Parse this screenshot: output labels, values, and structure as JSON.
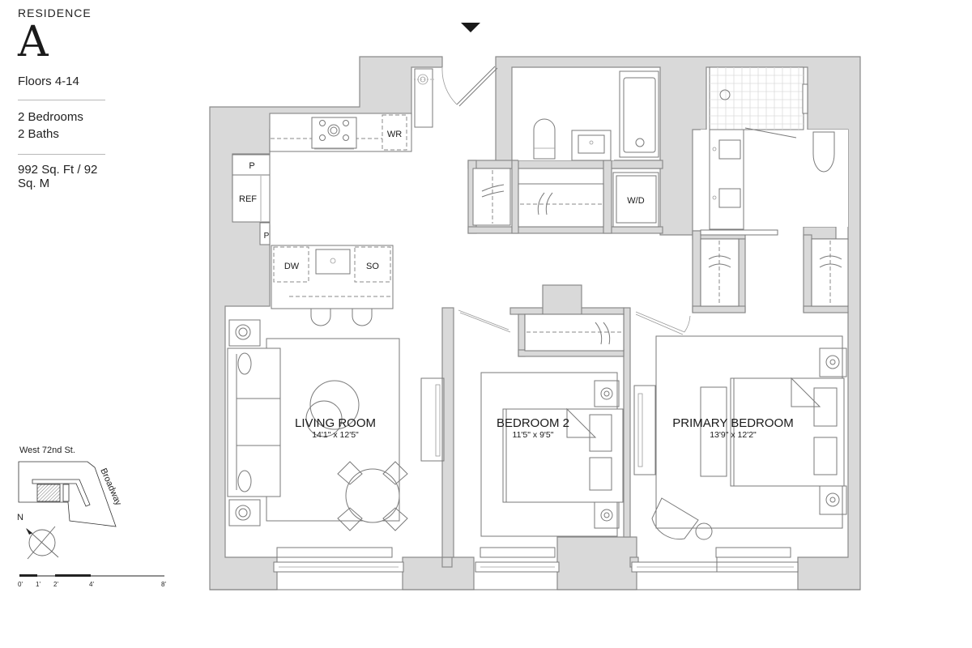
{
  "header": {
    "residence_label": "RESIDENCE",
    "residence_letter": "A",
    "floors": "Floors 4-14",
    "bedrooms": "2 Bedrooms",
    "baths": "2 Baths",
    "area": "992 Sq. Ft / 92 Sq. M"
  },
  "rooms": {
    "living": {
      "name": "LIVING ROOM",
      "dims": "14'1\" x 12'5\""
    },
    "bedroom2": {
      "name": "BEDROOM 2",
      "dims": "11'5\" x 9'5\""
    },
    "primary": {
      "name": "PRIMARY BEDROOM",
      "dims": "13'9\" x 12'2\""
    }
  },
  "fixtures": {
    "wine_fridge": "WR",
    "pantry_top": "P",
    "refrigerator": "REF",
    "pantry_bottom": "P",
    "dishwasher": "DW",
    "speed_oven": "SO",
    "washer_dryer": "W/D"
  },
  "keymap": {
    "street_top": "West 72nd St.",
    "street_side": "Broadway",
    "north_label": "N"
  },
  "scale": {
    "ticks": [
      "0'",
      "1'",
      "2'",
      "4'",
      "8'"
    ]
  },
  "colors": {
    "wall_fill": "#d9d9d9",
    "line": "#7a7a7a",
    "text": "#1a1a1a",
    "background": "#ffffff"
  }
}
